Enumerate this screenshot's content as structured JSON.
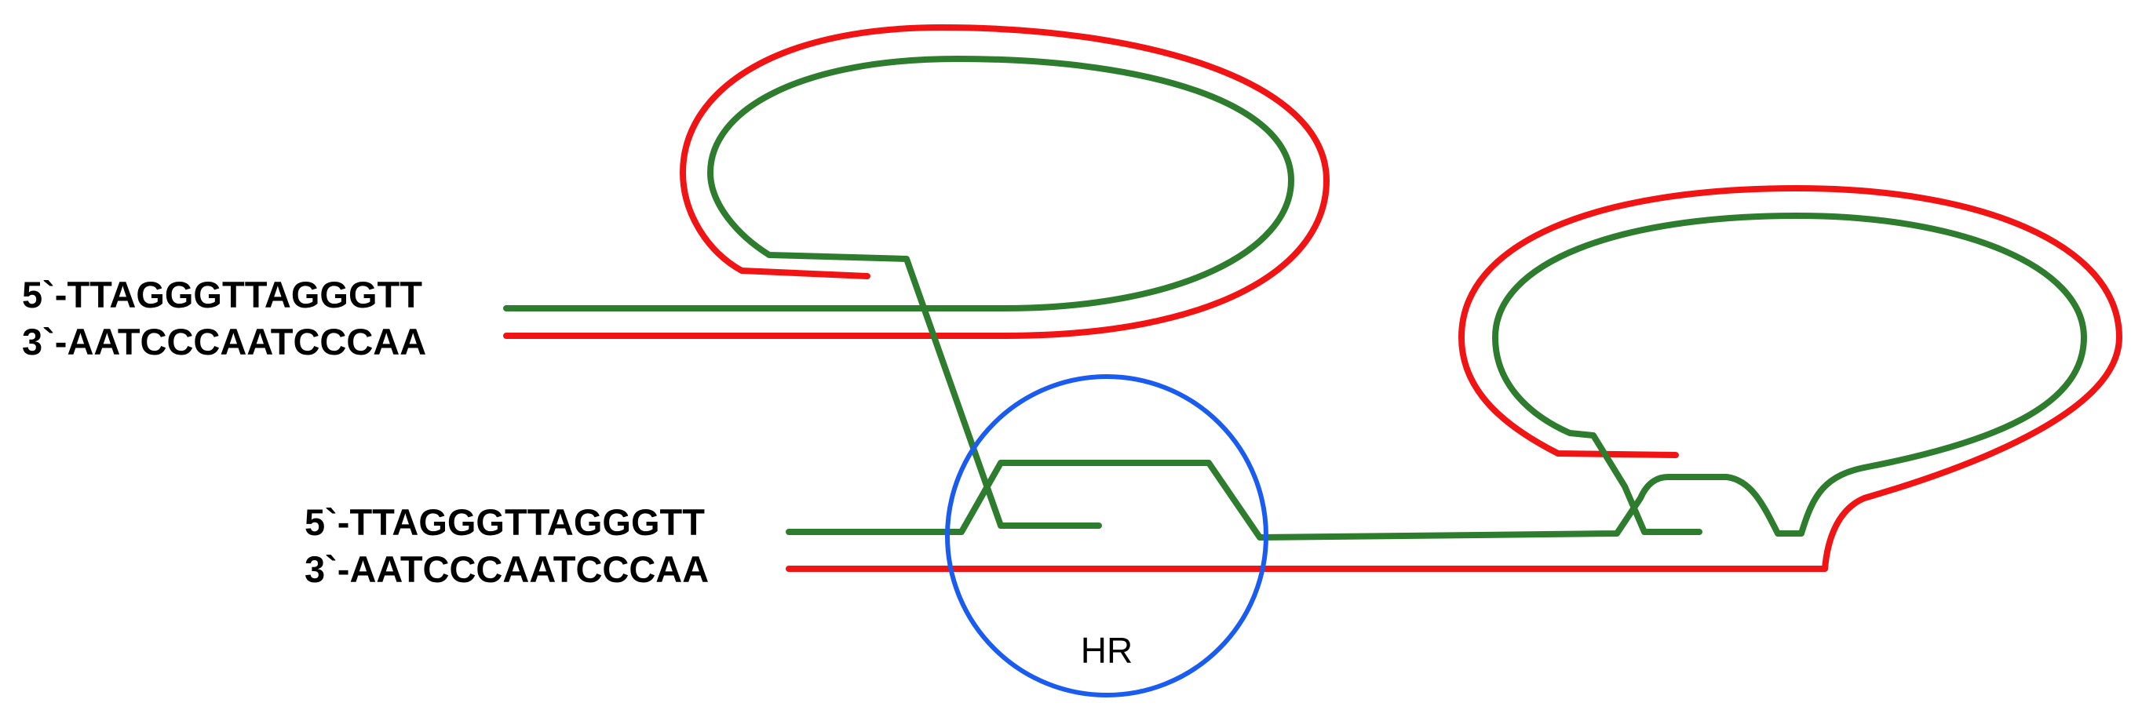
{
  "colors": {
    "green_strand": "#2e7d2e",
    "red_strand": "#f01414",
    "hr_circle": "#1a5cf0",
    "text": "#000000"
  },
  "upper_duplex": {
    "top_sequence": "5`-TTAGGGTTAGGGTT",
    "bottom_sequence": "3`-AATCCCAATCCCAA"
  },
  "lower_duplex": {
    "top_sequence": "5`-TTAGGGTTAGGGTT",
    "bottom_sequence": "3`-AATCCCAATCCCAA"
  },
  "hr_region": {
    "label": "HR"
  }
}
